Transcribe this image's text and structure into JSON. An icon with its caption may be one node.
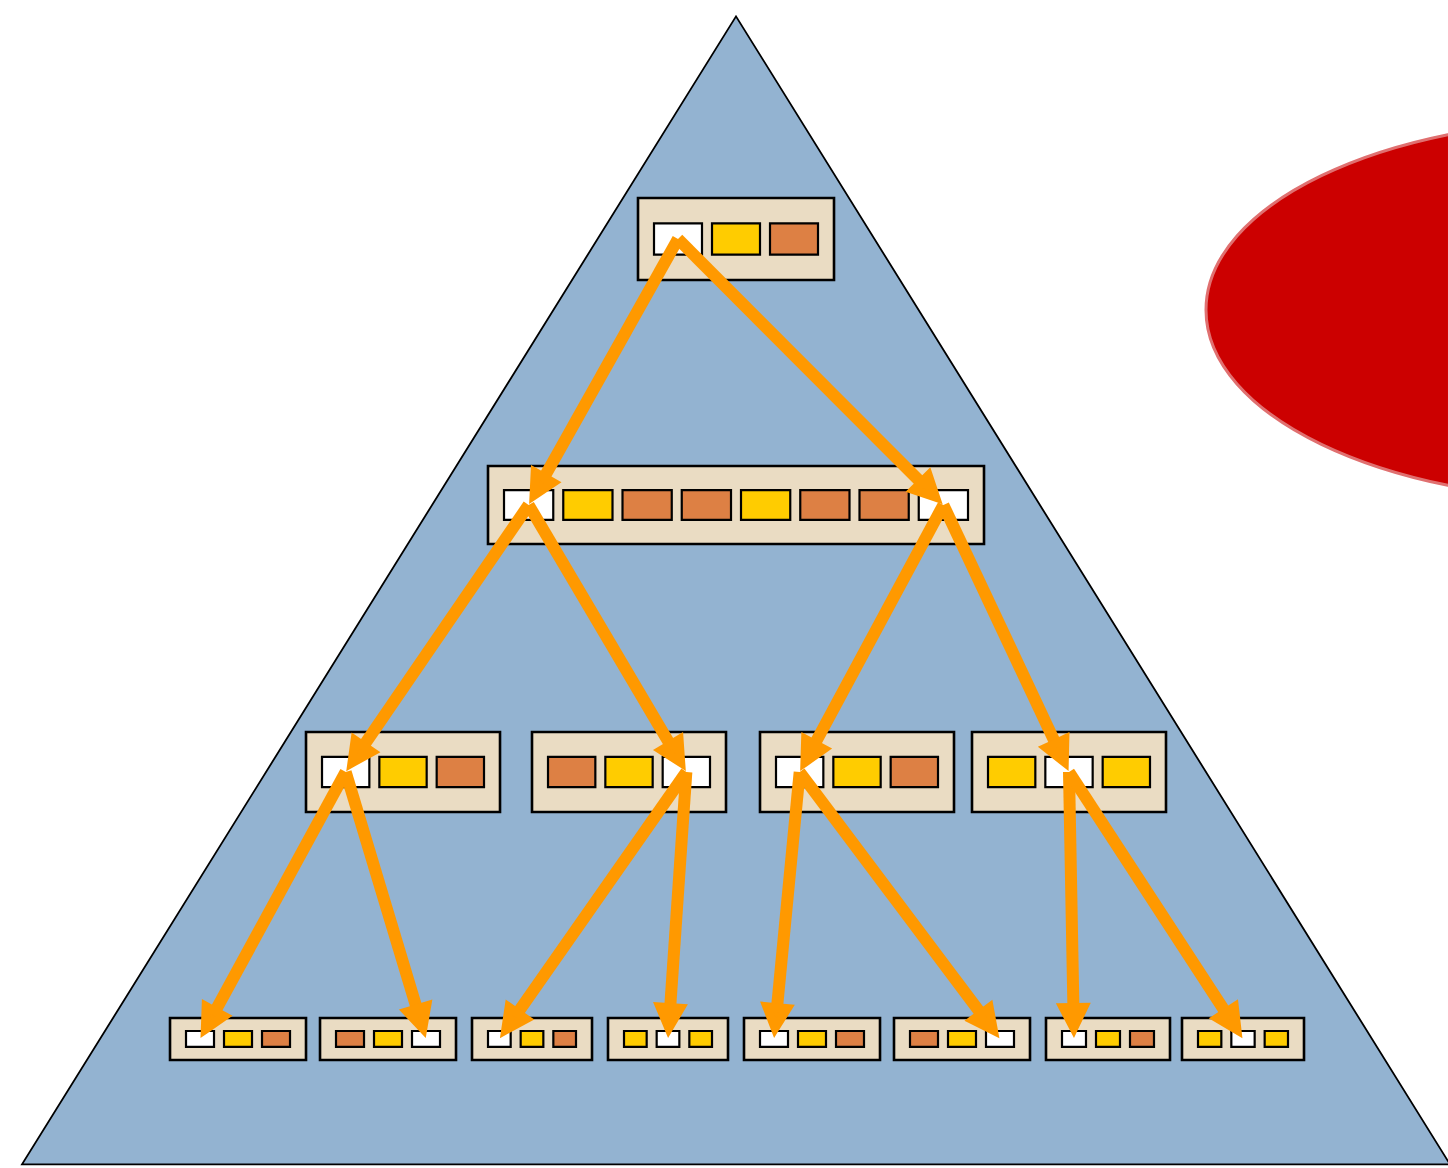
{
  "diagram": {
    "nodes": [
      {
        "text": [],
        "shape": "triangle"
      },
      {
        "text": [],
        "shape": "box",
        "in": 0
      },
      {
        "text": [],
        "shape": "box",
        "in": 0
      },
      {
        "text": [],
        "shape": "box",
        "in": 0
      },
      {
        "text": [],
        "shape": "box",
        "in": 0
      },
      {
        "text": [],
        "shape": "box",
        "in": 0
      },
      {
        "text": [],
        "shape": "box",
        "in": 0
      },
      {
        "text": [],
        "shape": "box",
        "in": 0
      },
      {
        "text": [],
        "shape": "box",
        "in": 0
      },
      {
        "text": [],
        "shape": "box",
        "in": 0
      },
      {
        "text": [],
        "shape": "box",
        "in": 0
      },
      {
        "text": [],
        "shape": "box",
        "in": 0
      },
      {
        "text": [],
        "shape": "box",
        "in": 0
      },
      {
        "text": [],
        "shape": "box",
        "in": 0
      },
      {
        "text": [],
        "shape": "box",
        "in": 0
      }
    ],
    "edges": [
      {
        "from": 1,
        "to": 2,
        "arrow": "to"
      },
      {
        "from": 1,
        "to": 2,
        "arrow": "to"
      },
      {
        "from": 2,
        "to": 3,
        "arrow": "to"
      },
      {
        "from": 2,
        "to": 4,
        "arrow": "to"
      },
      {
        "from": 2,
        "to": 5,
        "arrow": "to"
      },
      {
        "from": 2,
        "to": 6,
        "arrow": "to"
      },
      {
        "from": 3,
        "to": 7,
        "arrow": "to"
      },
      {
        "from": 3,
        "to": 8,
        "arrow": "to"
      },
      {
        "from": 4,
        "to": 9,
        "arrow": "to"
      },
      {
        "from": 4,
        "to": 10,
        "arrow": "to"
      },
      {
        "from": 5,
        "to": 11,
        "arrow": "to"
      },
      {
        "from": 5,
        "to": 12,
        "arrow": "to"
      },
      {
        "from": 6,
        "to": 13,
        "arrow": "to"
      },
      {
        "from": 6,
        "to": 14,
        "arrow": "to"
      }
    ]
  }
}
